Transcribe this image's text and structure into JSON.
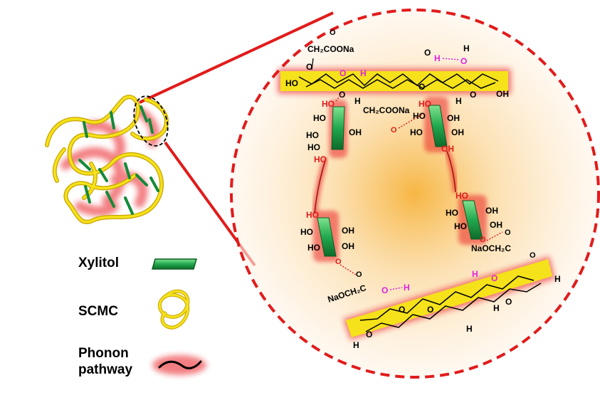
{
  "legend": {
    "xylitol": "Xylitol",
    "scmc": "SCMC",
    "phonon_line1": "Phonon",
    "phonon_line2": "pathway"
  },
  "chem": {
    "ch2coona_top": "CH₂COONa",
    "ch2coona_mid": "CH₂COONa",
    "naoch2c_right": "NaOCH₂C",
    "naoch2c_left": "NaOCH₂C",
    "ho": "HO",
    "oh": "OH",
    "o": "O",
    "h": "H"
  },
  "colors": {
    "xylitol_green": "#1e9e4a",
    "scmc_yellow": "#f5e21a",
    "phonon_red": "#e8191b",
    "hbond_magenta": "#e020e0",
    "circle_glow": "#f6b23a"
  }
}
